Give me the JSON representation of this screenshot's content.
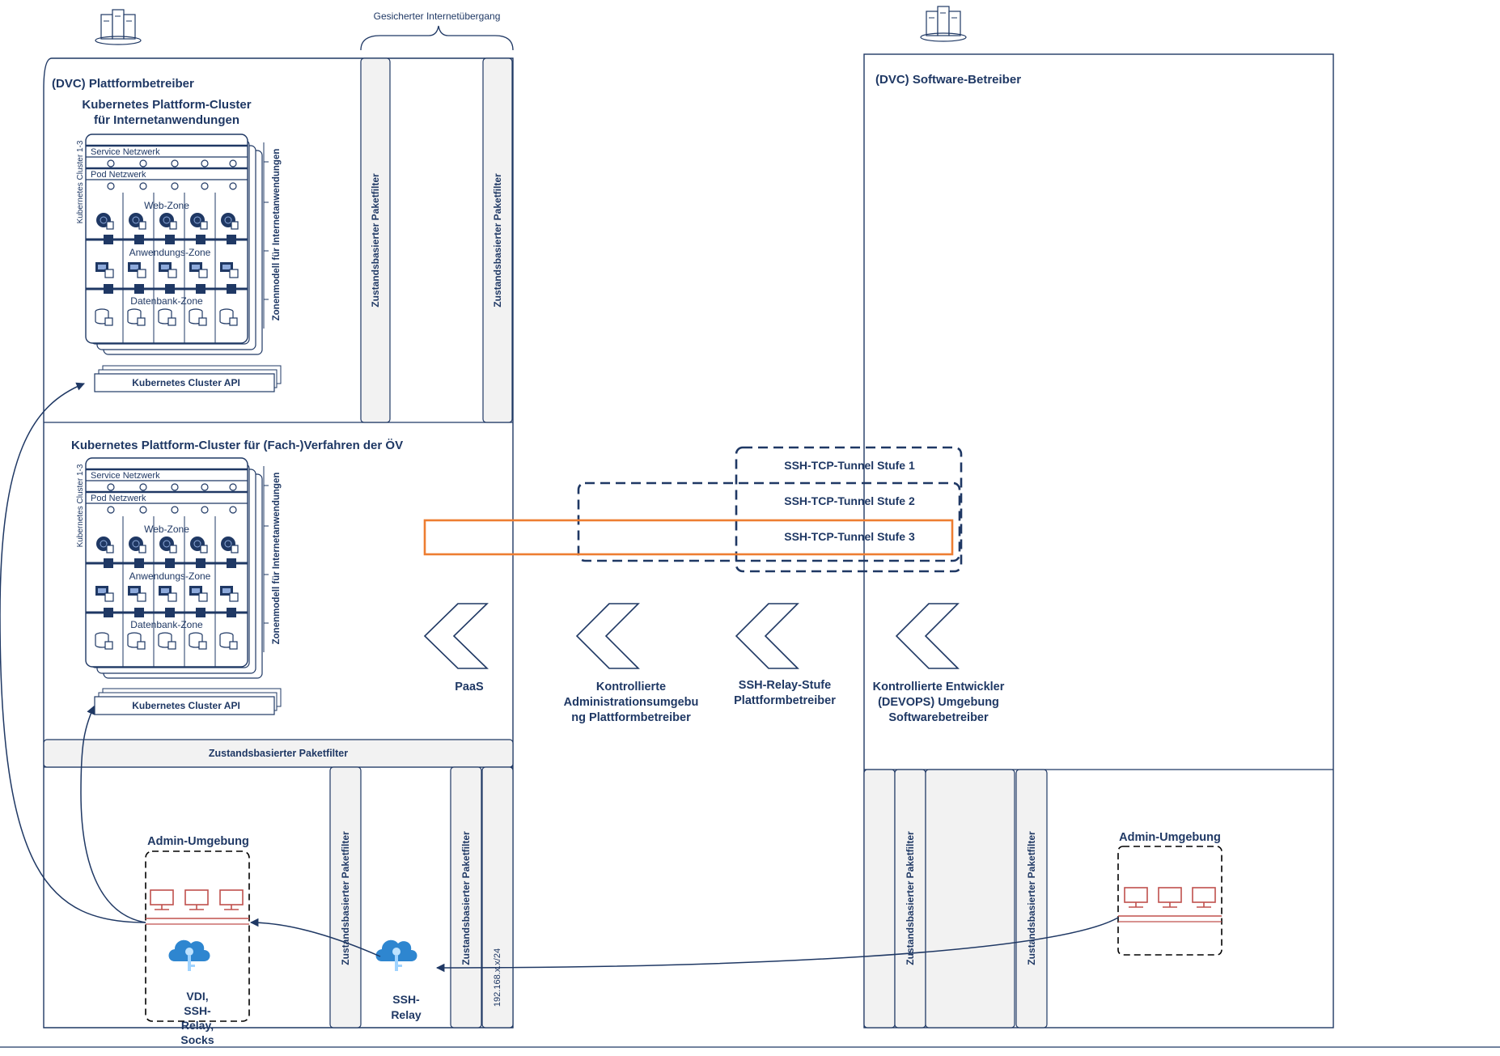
{
  "platform_operator": {
    "title": "(DVC) Plattformbetreiber",
    "cluster1_title_line1": "Kubernetes Plattform-Cluster",
    "cluster1_title_line2": "für Internetanwendungen",
    "cluster2_title": "Kubernetes Plattform-Cluster für (Fach-)Verfahren der ÖV",
    "api_label": "Kubernetes Cluster API",
    "admin_env": "Admin-Umgebung",
    "vdi_lines": [
      "VDI,",
      "SSH-",
      "Relay,",
      "Socks"
    ],
    "ssh_relay_lines": [
      "SSH-",
      "Relay"
    ],
    "subnet": "192.168.x.x/24"
  },
  "cluster_stack": {
    "side_label": "Kubernetes Cluster 1-3",
    "zone_model": "Zonenmodell für Internetanwendungen",
    "service_net": "Service Netzwerk",
    "pod_net": "Pod Netzwerk",
    "web_zone": "Web-Zone",
    "app_zone": "Anwendungs-Zone",
    "db_zone": "Datenbank-Zone"
  },
  "gateway": {
    "label": "Gesicherter Internetübergang"
  },
  "firewall_label": "Zustandsbasierter Paketfilter",
  "software_operator": {
    "title": "(DVC) Software-Betreiber",
    "admin_env": "Admin-Umgebung"
  },
  "tunnels": [
    "SSH-TCP-Tunnel Stufe 1",
    "SSH-TCP-Tunnel Stufe 2",
    "SSH-TCP-Tunnel Stufe 3"
  ],
  "stages": [
    {
      "lines": [
        "PaaS"
      ]
    },
    {
      "lines": [
        "Kontrollierte",
        "Administrationsumgebu",
        "ng Plattformbetreiber"
      ]
    },
    {
      "lines": [
        "SSH-Relay-Stufe",
        "Plattformbetreiber"
      ]
    },
    {
      "lines": [
        "Kontrollierte Entwickler",
        "(DEVOPS) Umgebung",
        "Softwarebetreiber"
      ]
    }
  ],
  "colors": {
    "navy": "#1f3864",
    "orange": "#ed7d31",
    "red": "#c0504d",
    "panel": "#f2f2f2",
    "cloud": "#2e86d0"
  }
}
